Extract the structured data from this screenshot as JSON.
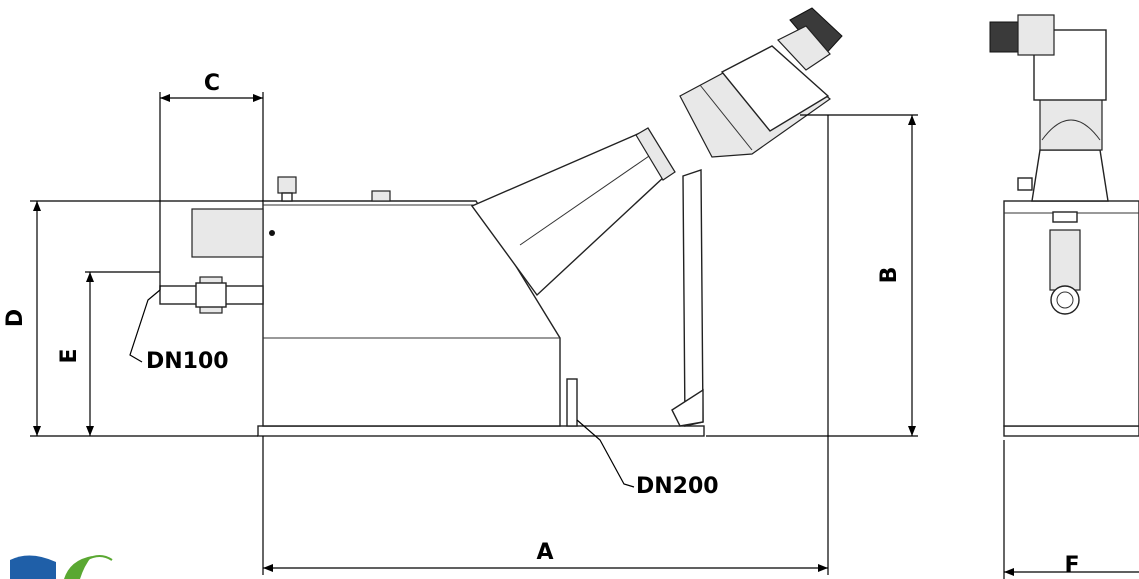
{
  "dimensions": {
    "a": "A",
    "b": "B",
    "c": "C",
    "d": "D",
    "e": "E",
    "f": "F"
  },
  "connections": {
    "inlet": "DN100",
    "outlet": "DN200"
  },
  "logo": {
    "colors": [
      "#1f5fa8",
      "#5aa832"
    ]
  }
}
